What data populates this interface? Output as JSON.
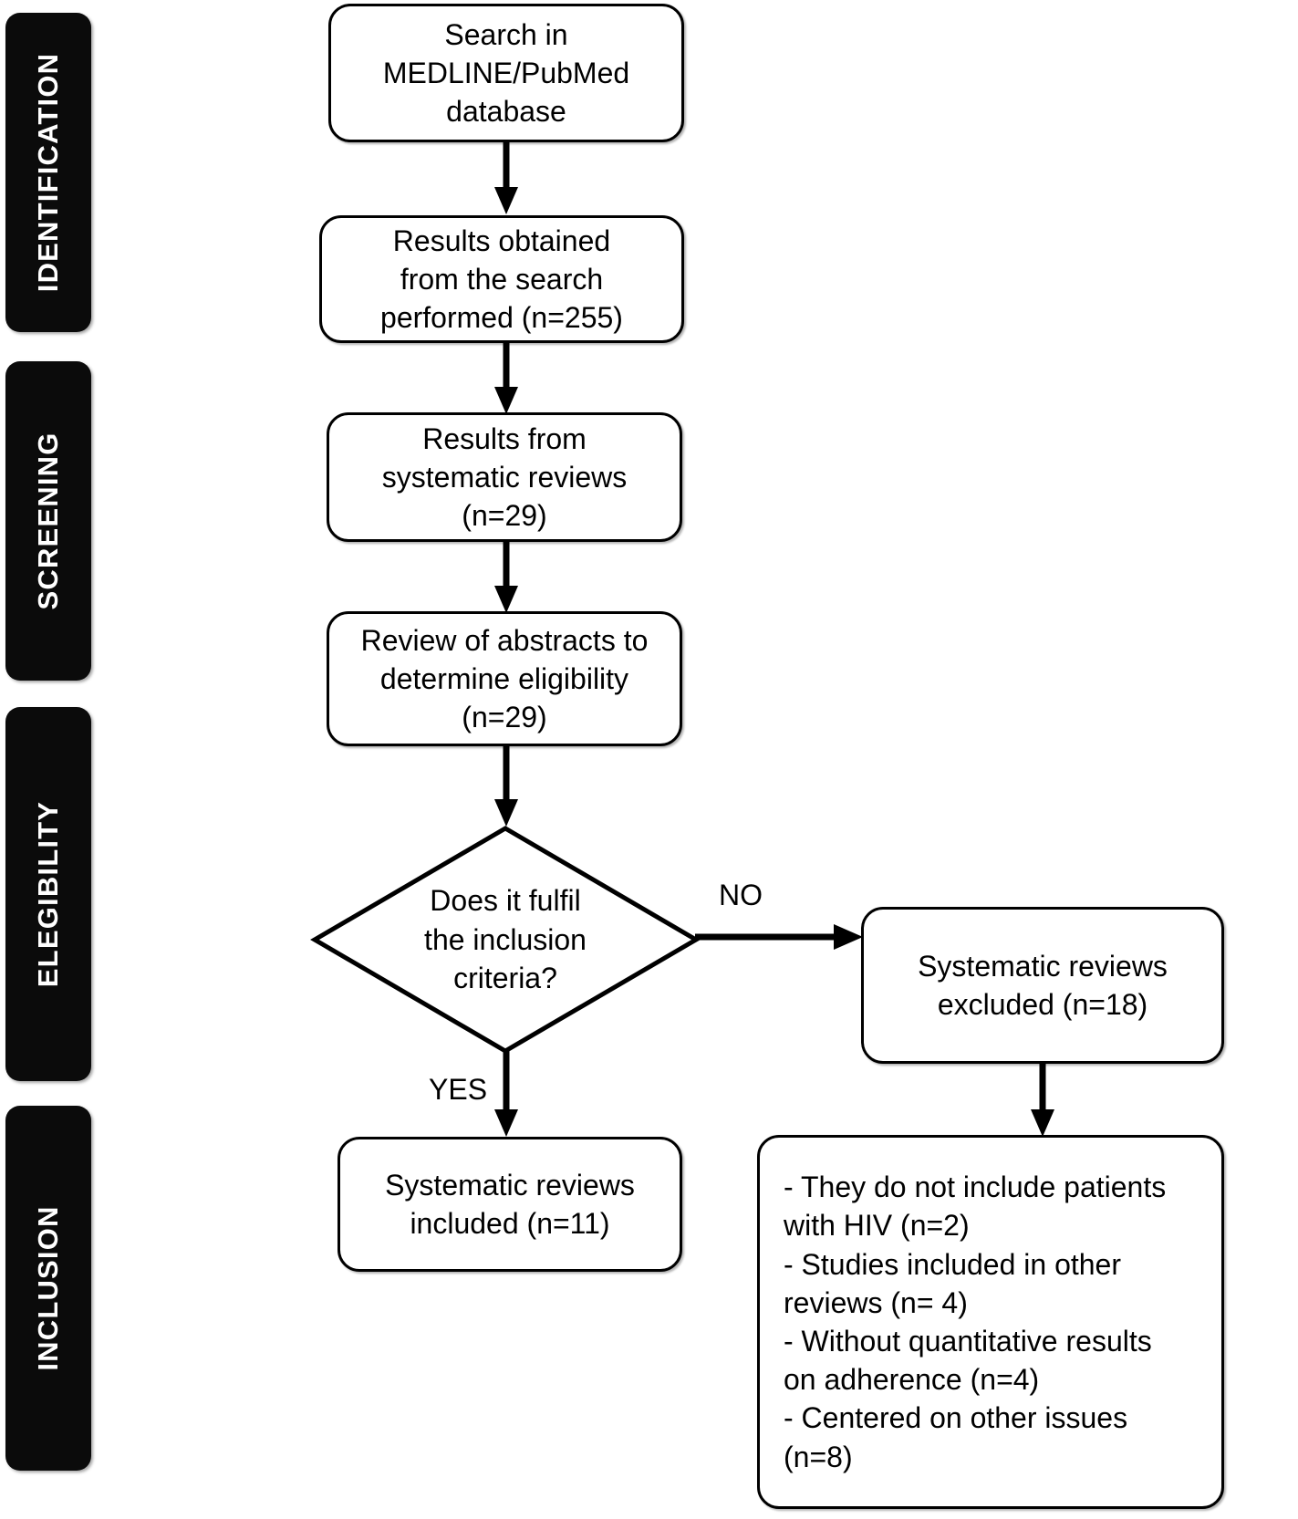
{
  "diagram": {
    "title": "PRISMA study selection flow diagram",
    "type": "flowchart",
    "colors": {
      "stage_bar_background": "#0b0b0b",
      "stage_bar_text": "#ffffff",
      "box_border": "#000000",
      "box_background": "#ffffff",
      "connector": "#000000",
      "page_background": "#ffffff"
    }
  },
  "stages": [
    {
      "label": "IDENTIFICATION"
    },
    {
      "label": "SCREENING"
    },
    {
      "label": "ELEGIBILITY"
    },
    {
      "label": "INCLUSION"
    }
  ],
  "nodes": {
    "search": {
      "text": "Search in\nMEDLINE/PubMed\ndatabase",
      "stage": "IDENTIFICATION"
    },
    "results_obtained": {
      "text": "Results obtained\nfrom the search\nperformed (n=255)",
      "stage": "IDENTIFICATION",
      "count": 255
    },
    "results_systematic_reviews": {
      "text": "Results from\nsystematic reviews\n(n=29)",
      "stage": "SCREENING",
      "count": 29
    },
    "review_abstracts": {
      "text": "Review of abstracts to\ndetermine eligibility\n(n=29)",
      "stage": "SCREENING",
      "count": 29
    },
    "decision": {
      "text": "Does it fulfil\nthe inclusion\ncriteria?",
      "stage": "ELEGIBILITY"
    },
    "excluded": {
      "text": "Systematic reviews\nexcluded (n=18)",
      "stage": "ELEGIBILITY",
      "count": 18
    },
    "exclusion_reasons": {
      "text": "- They do not include patients\nwith HIV (n=2)\n- Studies included in other\nreviews (n= 4)\n- Without quantitative results\non adherence (n=4)\n- Centered on other issues\n(n=8)",
      "stage": "INCLUSION",
      "items": [
        {
          "reason": "They do not include patients with HIV",
          "count": 2
        },
        {
          "reason": "Studies included in other reviews",
          "count": 4
        },
        {
          "reason": "Without quantitative results on adherence",
          "count": 4
        },
        {
          "reason": "Centered on other issues",
          "count": 8
        }
      ]
    },
    "included": {
      "text": "Systematic reviews\nincluded (n=11)",
      "stage": "INCLUSION",
      "count": 11
    }
  },
  "branch_labels": {
    "no": "NO",
    "yes": "YES"
  }
}
